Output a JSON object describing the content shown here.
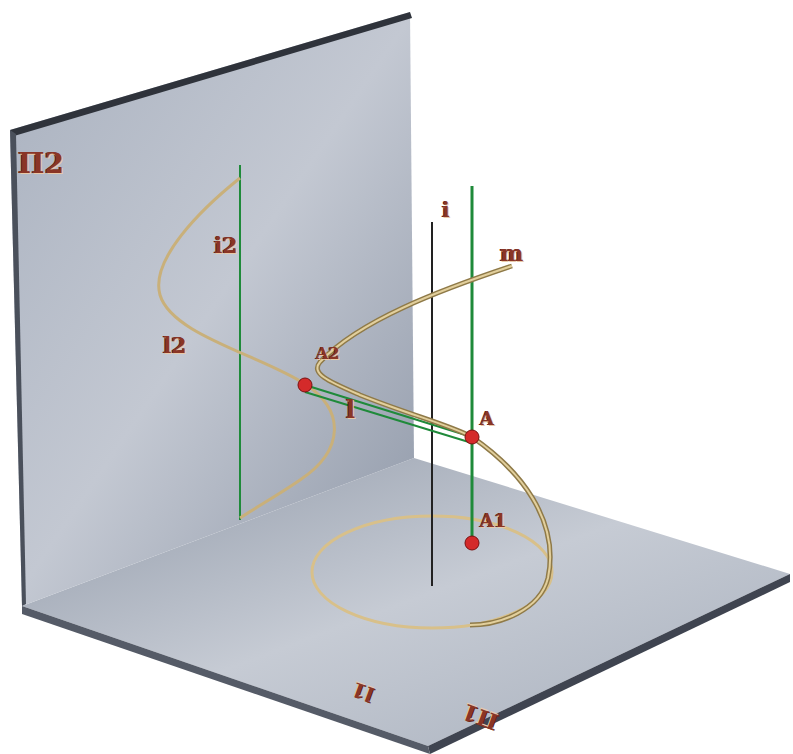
{
  "diagram": {
    "labels": [
      "Π2",
      "i2",
      "l2",
      "A2",
      "l",
      "i",
      "m",
      "A",
      "A1",
      "l1",
      "Π1"
    ]
  }
}
